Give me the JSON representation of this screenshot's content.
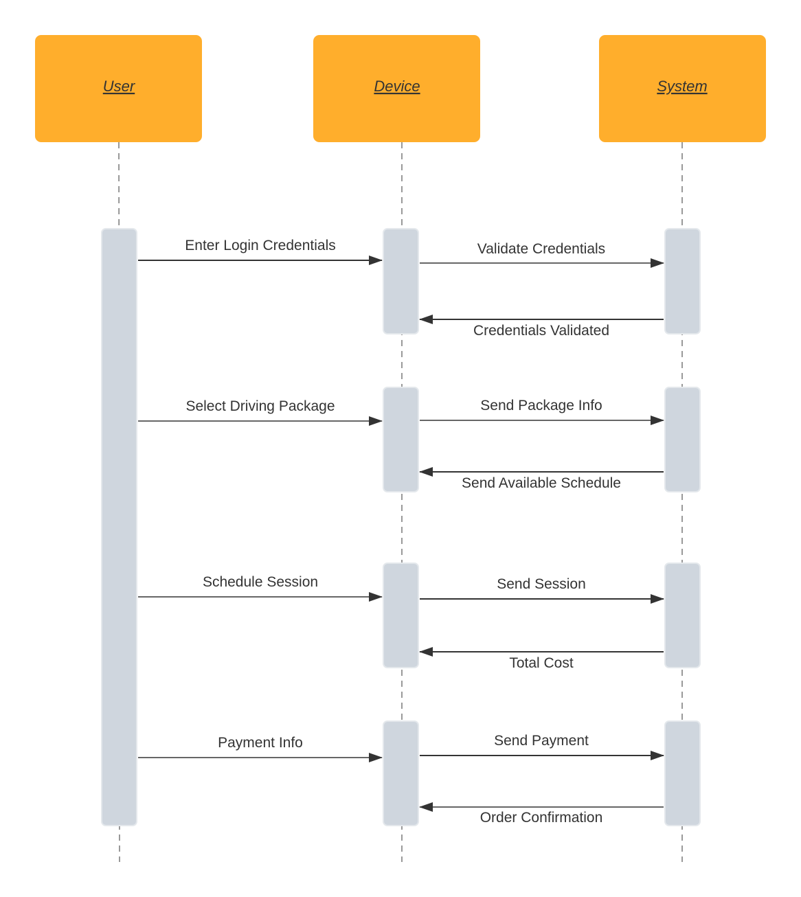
{
  "colors": {
    "actor_fill": "#FFAE2C",
    "activation_fill": "#CFD6DE",
    "activation_stroke": "#E4E8EC",
    "line": "#333333",
    "text": "#333333",
    "lifeline": "#333333"
  },
  "actors": [
    {
      "id": "user",
      "name": "User"
    },
    {
      "id": "device",
      "name": "Device"
    },
    {
      "id": "system",
      "name": "System"
    }
  ],
  "messages": [
    {
      "from": "user",
      "to": "device",
      "label": "Enter Login Credentials",
      "type": "call"
    },
    {
      "from": "device",
      "to": "system",
      "label": "Validate Credentials",
      "type": "call"
    },
    {
      "from": "system",
      "to": "device",
      "label": "Credentials Validated",
      "type": "return"
    },
    {
      "from": "user",
      "to": "device",
      "label": "Select Driving Package",
      "type": "call"
    },
    {
      "from": "device",
      "to": "system",
      "label": "Send Package Info",
      "type": "call"
    },
    {
      "from": "system",
      "to": "device",
      "label": "Send Available Schedule",
      "type": "return"
    },
    {
      "from": "user",
      "to": "device",
      "label": "Schedule Session",
      "type": "call"
    },
    {
      "from": "device",
      "to": "system",
      "label": "Send Session",
      "type": "call"
    },
    {
      "from": "system",
      "to": "device",
      "label": "Total Cost",
      "type": "return"
    },
    {
      "from": "user",
      "to": "device",
      "label": "Payment Info",
      "type": "call"
    },
    {
      "from": "device",
      "to": "system",
      "label": "Send Payment",
      "type": "call"
    },
    {
      "from": "system",
      "to": "device",
      "label": "Order Confirmation",
      "type": "return"
    }
  ]
}
